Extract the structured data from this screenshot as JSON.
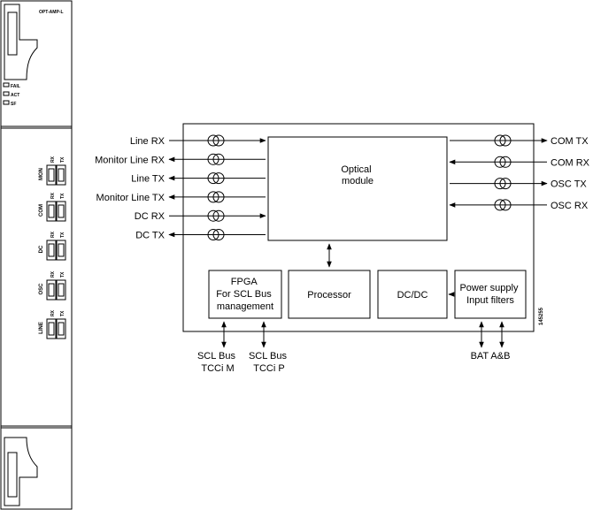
{
  "card": {
    "title": "OPT-AMP-L",
    "leds": [
      "FAIL",
      "ACT",
      "SF"
    ],
    "ports": [
      {
        "name": "MON",
        "rx": "RX",
        "tx": "TX"
      },
      {
        "name": "COM",
        "rx": "RX",
        "tx": "TX"
      },
      {
        "name": "DC",
        "rx": "RX",
        "tx": "TX"
      },
      {
        "name": "OSC",
        "rx": "RX",
        "tx": "TX"
      },
      {
        "name": "LINE",
        "rx": "RX",
        "tx": "TX"
      }
    ]
  },
  "diagram": {
    "left_signals": [
      "Line RX",
      "Monitor Line RX",
      "Line TX",
      "Monitor Line TX",
      "DC RX",
      "DC TX"
    ],
    "right_signals": [
      "COM TX",
      "COM RX",
      "OSC TX",
      "OSC RX"
    ],
    "optical_module": [
      "Optical",
      "module"
    ],
    "fpga": [
      "FPGA",
      "For SCL Bus",
      "management"
    ],
    "processor": "Processor",
    "dcdc": "DC/DC",
    "power": [
      "Power supply",
      "Input filters"
    ],
    "scl_m": [
      "SCL Bus",
      "TCCi M"
    ],
    "scl_p": [
      "SCL Bus",
      "TCCi P"
    ],
    "bat": "BAT A&B",
    "figure_id": "145255"
  }
}
